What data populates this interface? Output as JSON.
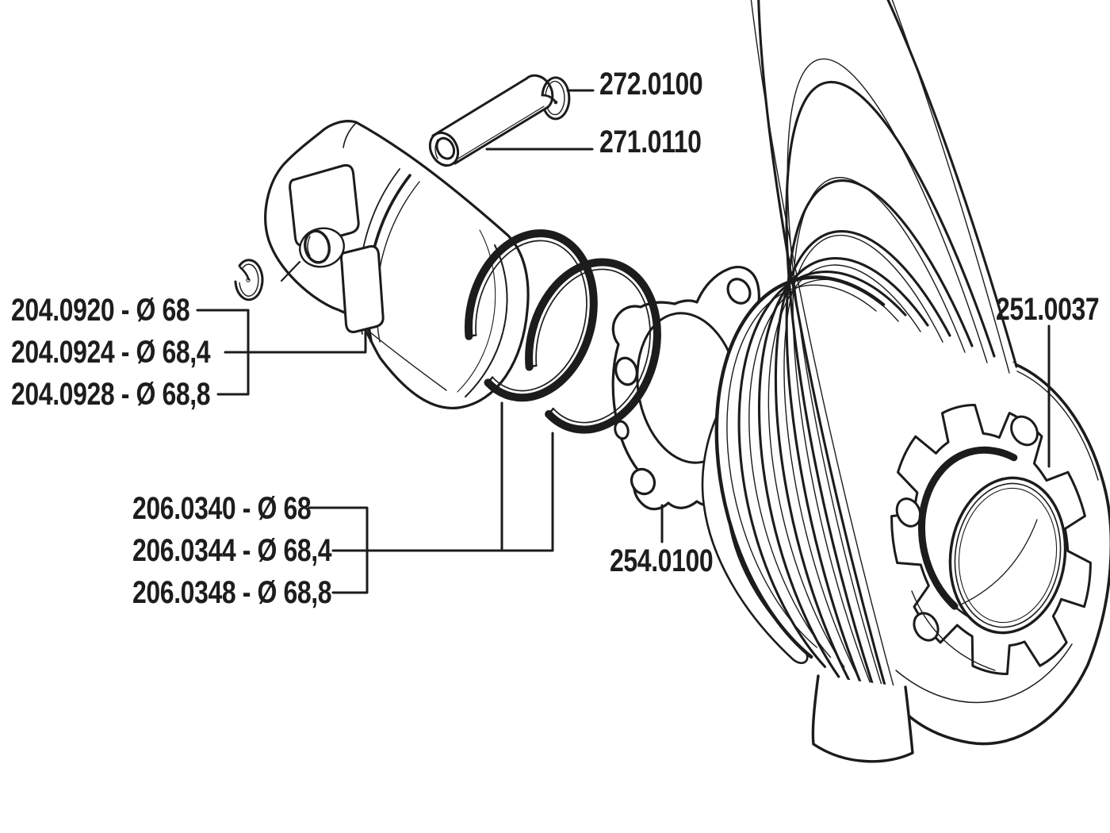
{
  "figure": {
    "background_color": "#ffffff",
    "line_color": "#1c1c1c",
    "text_color": "#1d1d1d"
  },
  "labels": {
    "circlip": "272.0100",
    "piston_pin": "271.0110",
    "piston_size_1": "204.0920 - Ø 68",
    "piston_size_2": "204.0924 - Ø 68,4",
    "piston_size_3": "204.0928 - Ø 68,8",
    "ring_size_1": "206.0340 - Ø 68",
    "ring_size_2": "206.0344 - Ø 68,4",
    "ring_size_3": "206.0348 - Ø 68,8",
    "base_gasket": "254.0100",
    "o_ring": "251.0037"
  }
}
